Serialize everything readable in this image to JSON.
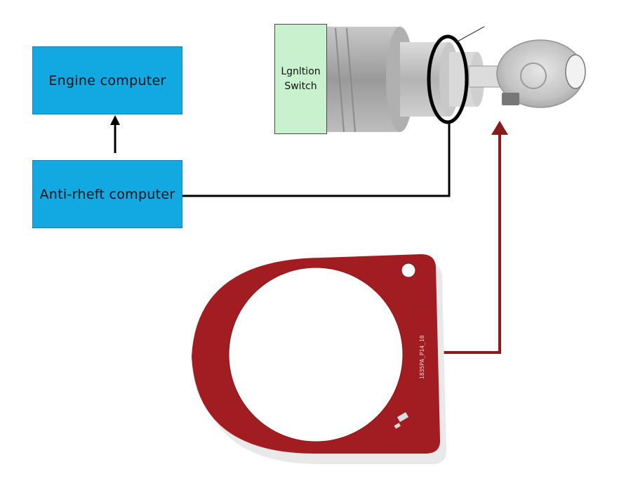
{
  "engine_computer": {
    "label": "Engine computer"
  },
  "antitheft_computer": {
    "label": "Anti-rheft computer"
  },
  "ignition_switch": {
    "line1": "Lgnltion",
    "line2": "Switch"
  },
  "coil_board": {
    "silkscreen": "1835PA_P14_10"
  },
  "colors": {
    "computer_box": "#12a9e3",
    "ignition_box": "#c9f1cd",
    "coil_board": "#a11d21",
    "signal_arrow": "#8b1a1a",
    "wire": "#000000"
  }
}
